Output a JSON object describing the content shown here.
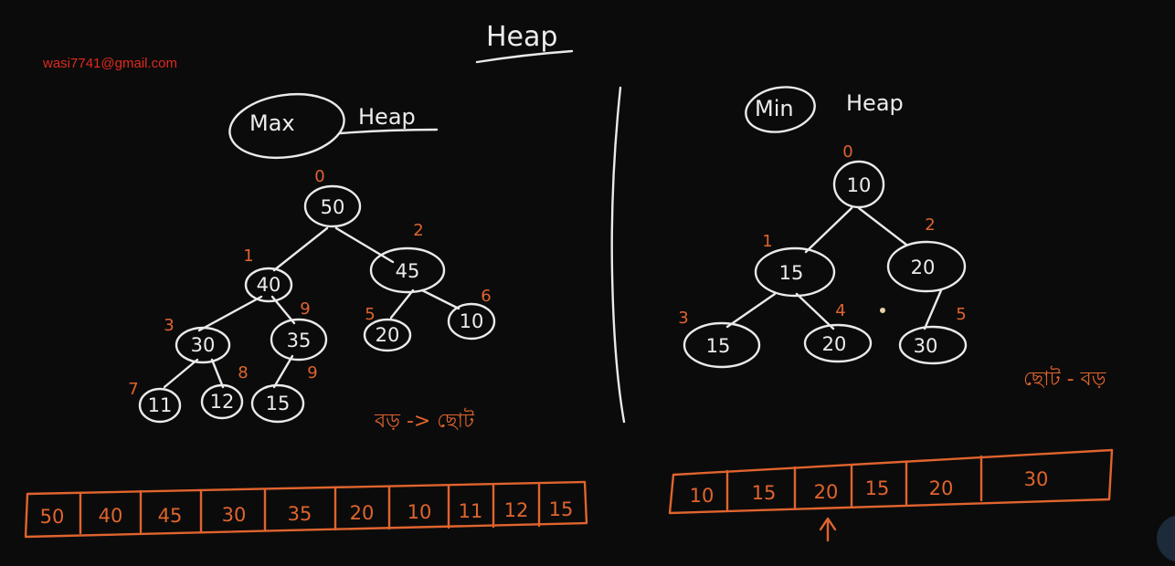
{
  "title": "Heap",
  "watermark": "wasi7741@gmail.com",
  "colors": {
    "background": "#0b0b0b",
    "chalk": "#eaeaea",
    "marker": "#e0642e",
    "watermark": "#e02a1e"
  },
  "max_heap": {
    "heading_circled": "Max",
    "heading_rest": "Heap",
    "nodes": [
      {
        "value": "50",
        "index": "0"
      },
      {
        "value": "40",
        "index": "1"
      },
      {
        "value": "45",
        "index": "2"
      },
      {
        "value": "30",
        "index": "3"
      },
      {
        "value": "35",
        "index": "9"
      },
      {
        "value": "20",
        "index": "5"
      },
      {
        "value": "10",
        "index": "6"
      },
      {
        "value": "11",
        "index": "7"
      },
      {
        "value": "12",
        "index": "8"
      },
      {
        "value": "15",
        "index": "9"
      }
    ],
    "note": "বড় -> ছোট",
    "array": [
      "50",
      "40",
      "45",
      "30",
      "35",
      "20",
      "10",
      "11",
      "12",
      "15"
    ]
  },
  "min_heap": {
    "heading_circled": "Min",
    "heading_rest": "Heap",
    "nodes": [
      {
        "value": "10",
        "index": "0"
      },
      {
        "value": "15",
        "index": "1"
      },
      {
        "value": "20",
        "index": "2"
      },
      {
        "value": "15",
        "index": "3"
      },
      {
        "value": "20",
        "index": "4"
      },
      {
        "value": "30",
        "index": "5"
      }
    ],
    "note": "ছোট - বড়",
    "array": [
      "10",
      "15",
      "20",
      "15",
      "20",
      "30"
    ]
  }
}
